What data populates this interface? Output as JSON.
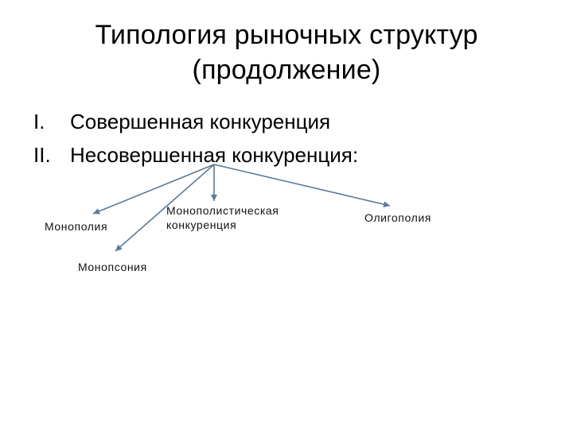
{
  "slide": {
    "title_line1": "Типология рыночных структур",
    "title_line2": "(продолжение)",
    "list": [
      {
        "number": "I.",
        "text": "Совершенная конкуренция"
      },
      {
        "number": "II.",
        "text": "Несовершенная конкуренция:"
      }
    ]
  },
  "diagram": {
    "arrow_color": "#5b7a95",
    "root": "Несовершенная конкуренция",
    "nodes": {
      "monopoly": "Монополия",
      "monopsony": "Монопсония",
      "monopolistic_line1": "Монополистическая",
      "monopolistic_line2": "конкуренция",
      "oligopoly": "Олигополия"
    }
  }
}
